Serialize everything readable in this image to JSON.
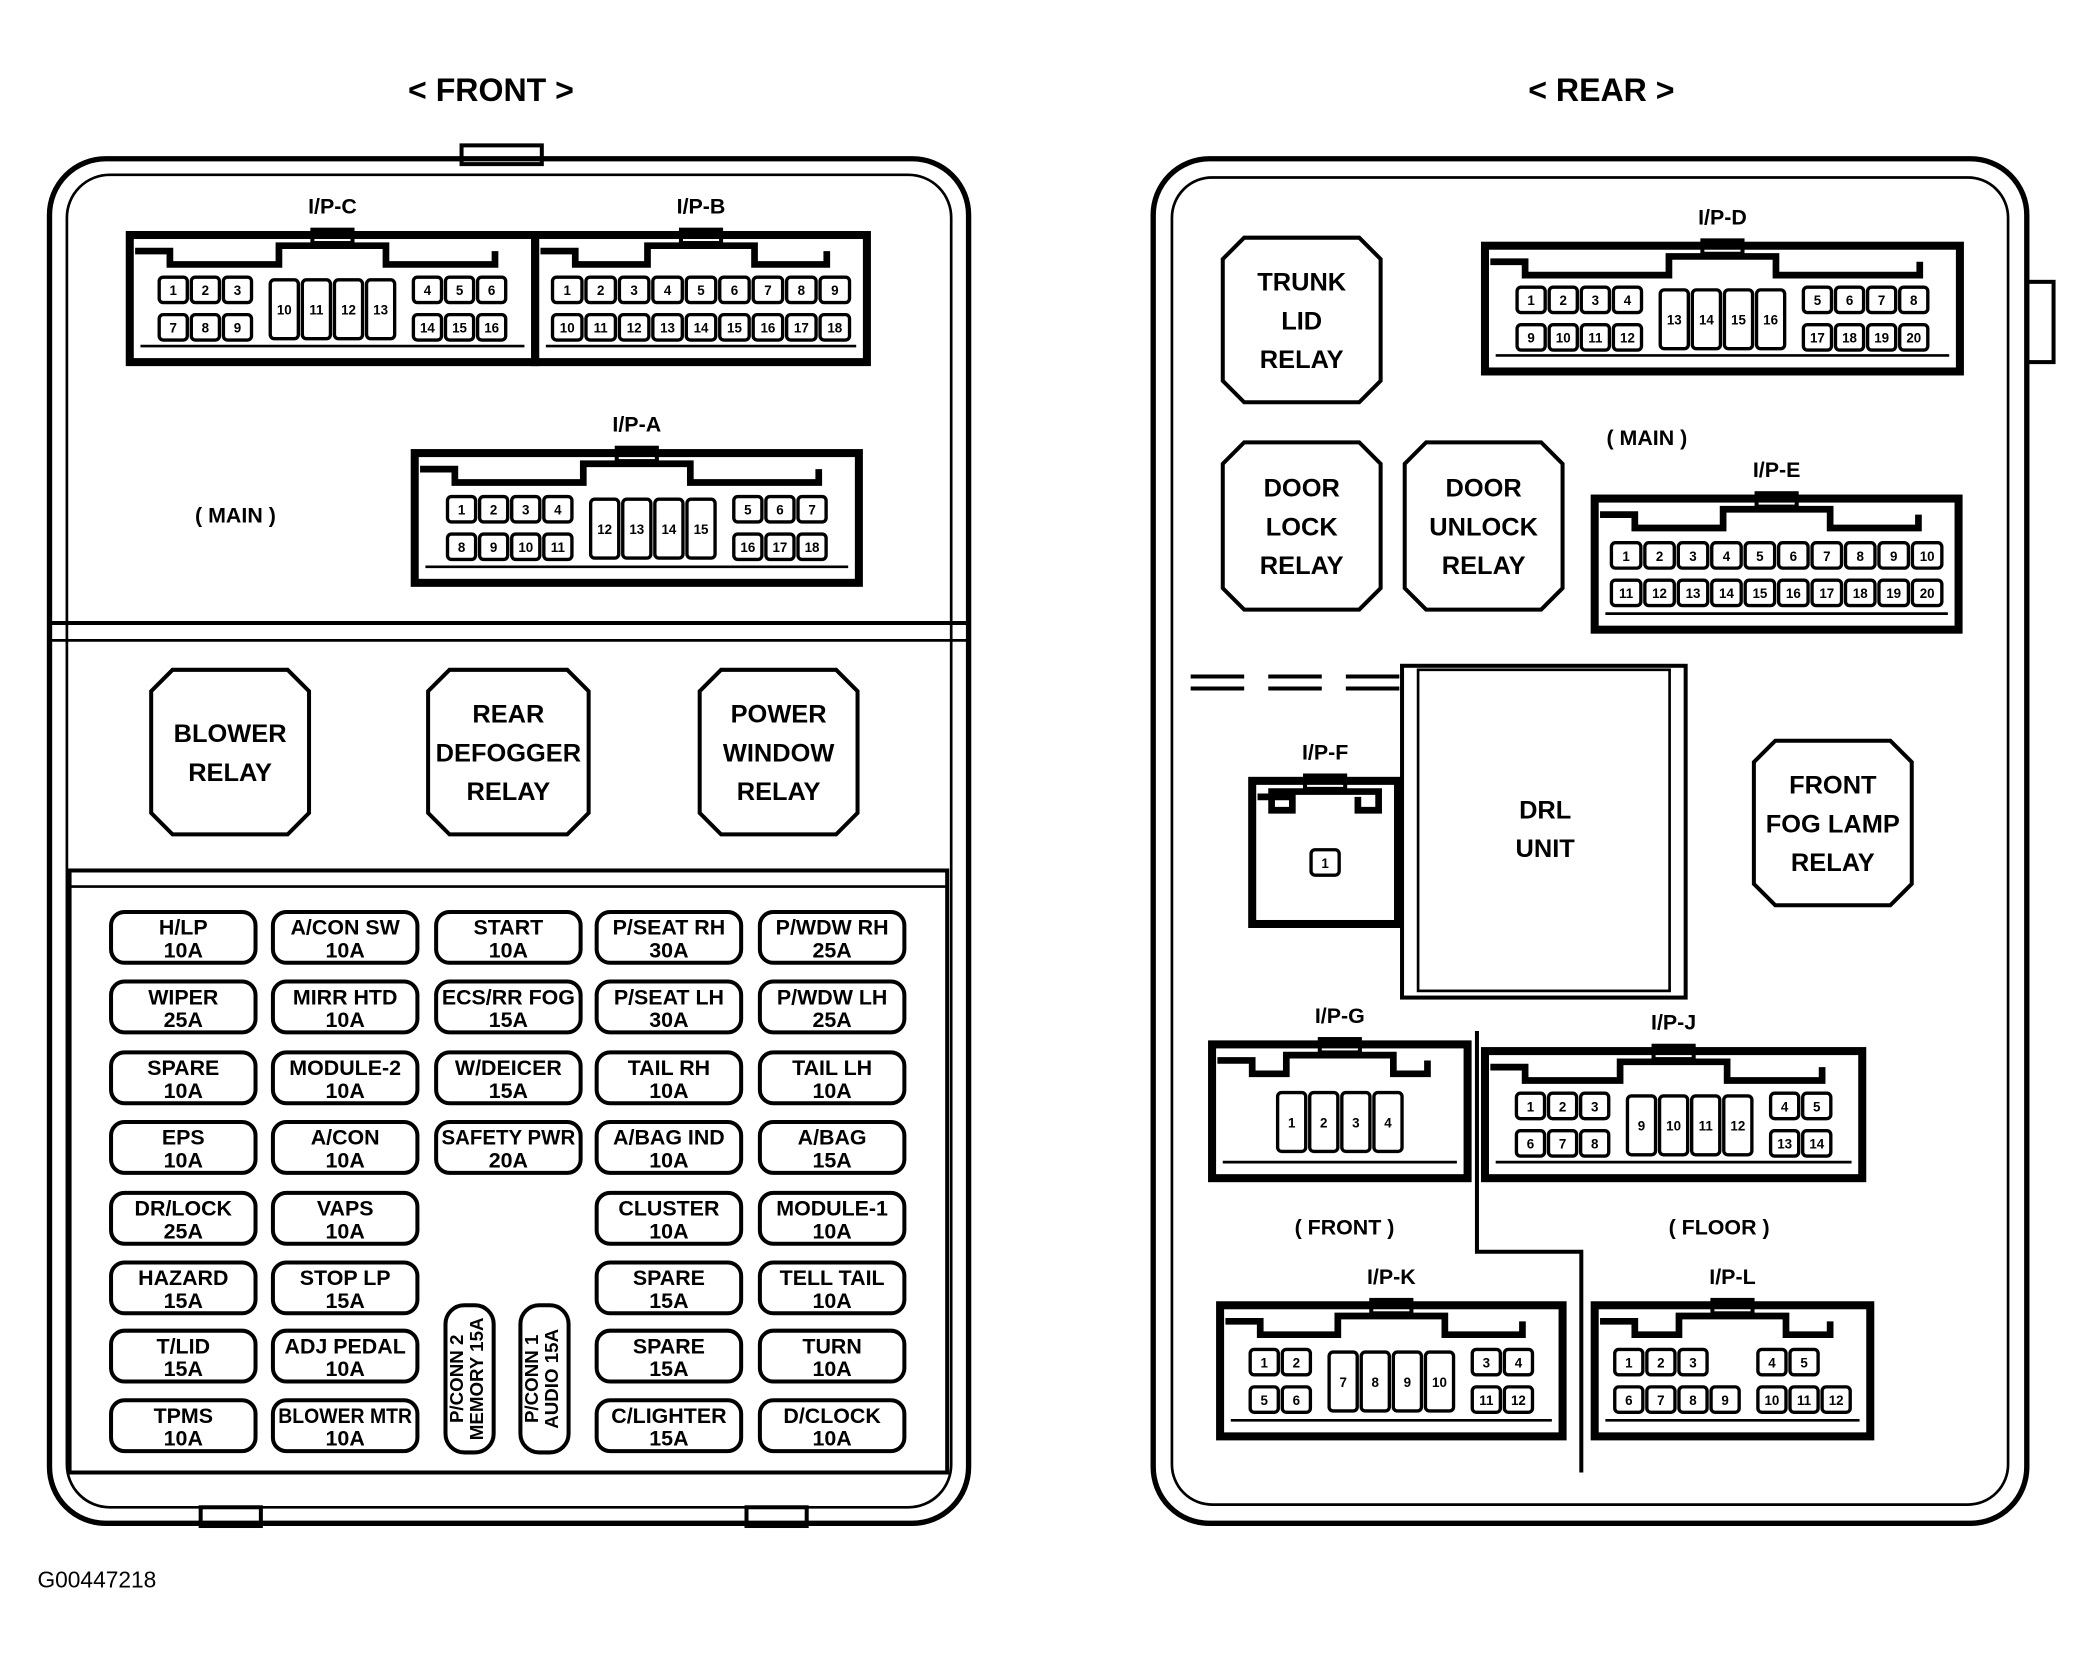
{
  "titles": {
    "front": "< FRONT >",
    "rear": "< REAR >"
  },
  "figure_id": "G00447218",
  "zone_labels": {
    "front_main": "( MAIN )",
    "rear_main": "( MAIN )",
    "rear_front": "( FRONT )",
    "rear_floor": "( FLOOR )"
  },
  "front_relays": [
    {
      "id": "blower",
      "lines": [
        "BLOWER",
        "RELAY"
      ]
    },
    {
      "id": "rear-defogger",
      "lines": [
        "REAR",
        "DEFOGGER",
        "RELAY"
      ]
    },
    {
      "id": "power-window",
      "lines": [
        "POWER",
        "WINDOW",
        "RELAY"
      ]
    }
  ],
  "rear_relays": [
    {
      "id": "trunk-lid",
      "lines": [
        "TRUNK",
        "LID",
        "RELAY"
      ]
    },
    {
      "id": "door-lock",
      "lines": [
        "DOOR",
        "LOCK",
        "RELAY"
      ]
    },
    {
      "id": "door-unlock",
      "lines": [
        "DOOR",
        "UNLOCK",
        "RELAY"
      ]
    },
    {
      "id": "front-fog-lamp",
      "lines": [
        "FRONT",
        "FOG LAMP",
        "RELAY"
      ]
    }
  ],
  "drl_unit": {
    "lines": [
      "DRL",
      "UNIT"
    ]
  },
  "fuses": [
    [
      {
        "name": "H/LP",
        "amp": "10A"
      },
      {
        "name": "A/CON SW",
        "amp": "10A"
      },
      {
        "name": "START",
        "amp": "10A"
      },
      {
        "name": "P/SEAT RH",
        "amp": "30A"
      },
      {
        "name": "P/WDW RH",
        "amp": "25A"
      }
    ],
    [
      {
        "name": "WIPER",
        "amp": "25A"
      },
      {
        "name": "MIRR HTD",
        "amp": "10A"
      },
      {
        "name": "ECS/RR FOG",
        "amp": "15A"
      },
      {
        "name": "P/SEAT LH",
        "amp": "30A"
      },
      {
        "name": "P/WDW LH",
        "amp": "25A"
      }
    ],
    [
      {
        "name": "SPARE",
        "amp": "10A"
      },
      {
        "name": "MODULE-2",
        "amp": "10A"
      },
      {
        "name": "W/DEICER",
        "amp": "15A"
      },
      {
        "name": "TAIL RH",
        "amp": "10A"
      },
      {
        "name": "TAIL LH",
        "amp": "10A"
      }
    ],
    [
      {
        "name": "EPS",
        "amp": "10A"
      },
      {
        "name": "A/CON",
        "amp": "10A"
      },
      {
        "name": "SAFETY PWR",
        "amp": "20A"
      },
      {
        "name": "A/BAG IND",
        "amp": "10A"
      },
      {
        "name": "A/BAG",
        "amp": "15A"
      }
    ],
    [
      {
        "name": "DR/LOCK",
        "amp": "25A"
      },
      {
        "name": "VAPS",
        "amp": "10A"
      },
      null,
      {
        "name": "CLUSTER",
        "amp": "10A"
      },
      {
        "name": "MODULE-1",
        "amp": "10A"
      }
    ],
    [
      {
        "name": "HAZARD",
        "amp": "15A"
      },
      {
        "name": "STOP LP",
        "amp": "15A"
      },
      null,
      {
        "name": "SPARE",
        "amp": "15A"
      },
      {
        "name": "TELL TAIL",
        "amp": "10A"
      }
    ],
    [
      {
        "name": "T/LID",
        "amp": "15A"
      },
      {
        "name": "ADJ PEDAL",
        "amp": "10A"
      },
      null,
      {
        "name": "SPARE",
        "amp": "15A"
      },
      {
        "name": "TURN",
        "amp": "10A"
      }
    ],
    [
      {
        "name": "TPMS",
        "amp": "10A"
      },
      {
        "name": "BLOWER MTR",
        "amp": "10A"
      },
      null,
      {
        "name": "C/LIGHTER",
        "amp": "15A"
      },
      {
        "name": "D/CLOCK",
        "amp": "10A"
      }
    ]
  ],
  "vertical_fuses": [
    {
      "lines": [
        "P/CONN 2",
        "MEMORY 15A"
      ]
    },
    {
      "lines": [
        "P/CONN 1",
        "AUDIO 15A"
      ]
    }
  ],
  "connectors": [
    {
      "id": "ip-c",
      "label": "I/P-C",
      "groups": [
        {
          "top": [
            1,
            2,
            3
          ],
          "bottom": [
            7,
            8,
            9
          ]
        },
        {
          "tall": [
            10,
            11,
            12,
            13
          ]
        },
        {
          "top": [
            4,
            5,
            6
          ],
          "bottom": [
            14,
            15,
            16
          ]
        }
      ]
    },
    {
      "id": "ip-b",
      "label": "I/P-B",
      "groups": [
        {
          "top": [
            1,
            2,
            3,
            4,
            5,
            6,
            7,
            8,
            9
          ],
          "bottom": [
            10,
            11,
            12,
            13,
            14,
            15,
            16,
            17,
            18
          ]
        }
      ]
    },
    {
      "id": "ip-a",
      "label": "I/P-A",
      "groups": [
        {
          "top": [
            1,
            2,
            3,
            4
          ],
          "bottom": [
            8,
            9,
            10,
            11
          ]
        },
        {
          "tall": [
            12,
            13,
            14,
            15
          ]
        },
        {
          "top": [
            5,
            6,
            7
          ],
          "bottom": [
            16,
            17,
            18
          ]
        }
      ]
    },
    {
      "id": "ip-d",
      "label": "I/P-D",
      "groups": [
        {
          "top": [
            1,
            2,
            3,
            4
          ],
          "bottom": [
            9,
            10,
            11,
            12
          ]
        },
        {
          "tall": [
            13,
            14,
            15,
            16
          ]
        },
        {
          "top": [
            5,
            6,
            7,
            8
          ],
          "bottom": [
            17,
            18,
            19,
            20
          ]
        }
      ]
    },
    {
      "id": "ip-e",
      "label": "I/P-E",
      "groups": [
        {
          "top": [
            1,
            2,
            3,
            4,
            5,
            6,
            7,
            8,
            9,
            10
          ],
          "bottom": [
            11,
            12,
            13,
            14,
            15,
            16,
            17,
            18,
            19,
            20
          ]
        }
      ]
    },
    {
      "id": "ip-f",
      "label": "I/P-F",
      "groups": [
        {
          "top": [
            1
          ]
        }
      ]
    },
    {
      "id": "ip-g",
      "label": "I/P-G",
      "groups": [
        {
          "tall": [
            1,
            2,
            3,
            4
          ]
        }
      ]
    },
    {
      "id": "ip-j",
      "label": "I/P-J",
      "groups": [
        {
          "top": [
            1,
            2,
            3
          ],
          "bottom": [
            6,
            7,
            8
          ]
        },
        {
          "tall": [
            9,
            10,
            11,
            12
          ]
        },
        {
          "top": [
            4,
            5
          ],
          "bottom": [
            13,
            14
          ]
        }
      ]
    },
    {
      "id": "ip-k",
      "label": "I/P-K",
      "groups": [
        {
          "top": [
            1,
            2
          ],
          "bottom": [
            5,
            6
          ]
        },
        {
          "tall": [
            7,
            8,
            9,
            10
          ]
        },
        {
          "top": [
            3,
            4
          ],
          "bottom": [
            11,
            12
          ]
        }
      ]
    },
    {
      "id": "ip-l",
      "label": "I/P-L",
      "groups": [
        {
          "top": [
            1,
            2,
            3
          ],
          "bottom": [
            6,
            7,
            8,
            9
          ]
        },
        {
          "top": [
            4,
            5
          ],
          "bottom": [
            10,
            11,
            12
          ]
        }
      ]
    }
  ]
}
